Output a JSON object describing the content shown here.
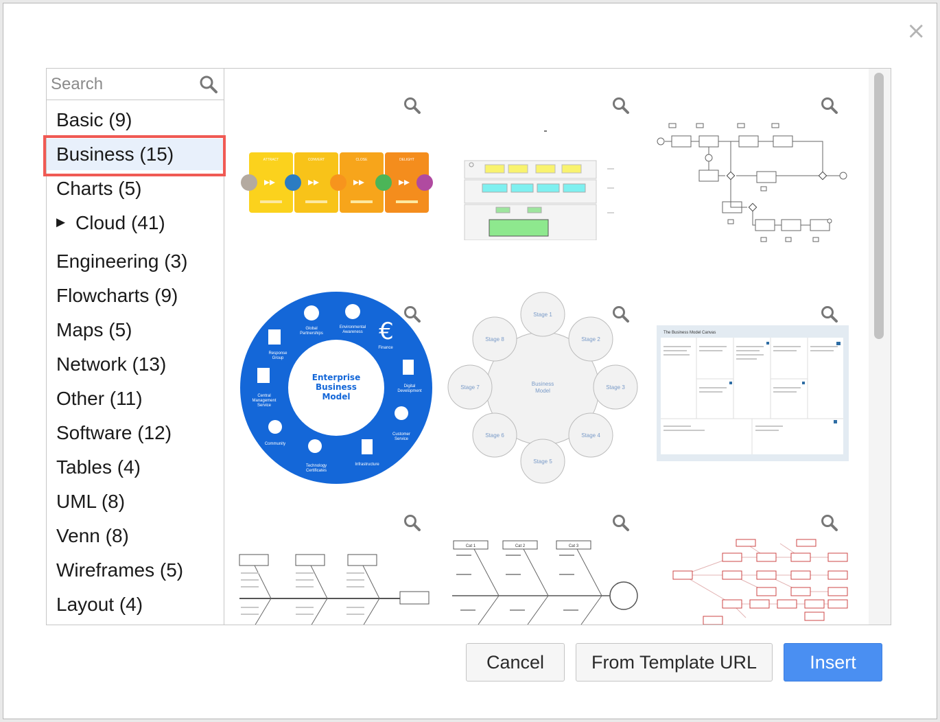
{
  "dialog": {
    "close_icon": "close-icon",
    "search": {
      "placeholder": "Search",
      "value": ""
    },
    "categories": [
      {
        "label": "Basic (9)"
      },
      {
        "label": "Business (15)",
        "selected": true
      },
      {
        "label": "Charts (5)"
      },
      {
        "label": "Cloud (41)",
        "expandable": true,
        "arrow": "▶"
      },
      {
        "label": "Engineering (3)"
      },
      {
        "label": "Flowcharts (9)"
      },
      {
        "label": "Maps (5)"
      },
      {
        "label": "Network (13)"
      },
      {
        "label": "Other (11)"
      },
      {
        "label": "Software (12)"
      },
      {
        "label": "Tables (4)"
      },
      {
        "label": "UML (8)"
      },
      {
        "label": "Venn (8)"
      },
      {
        "label": "Wireframes (5)"
      },
      {
        "label": "Layout (4)"
      }
    ],
    "templates": {
      "t1": {
        "steps": [
          "ATTRACT",
          "CONVERT",
          "CLOSE",
          "DELIGHT"
        ]
      },
      "t4": {
        "center_line1": "Enterprise",
        "center_line2": "Business",
        "center_line3": "Model",
        "labels": {
          "global": "Global\nPartnerships",
          "env": "Environmental\nAwareness",
          "finance": "Finance",
          "digital": "Digital\nDevelopment",
          "customer": "Customer\nService",
          "infra": "Infrastructure",
          "tech": "Technology\nCertificates",
          "community": "Community",
          "central": "Central\nManagement\nService",
          "response": "Response\nGroup"
        }
      },
      "t5": {
        "center": "Business\nModel",
        "stages": [
          "Stage 1",
          "Stage 2",
          "Stage 3",
          "Stage 4",
          "Stage 5",
          "Stage 6",
          "Stage 7",
          "Stage 8"
        ]
      },
      "t6": {
        "title": "The Business Model Canvas"
      },
      "t8": {
        "cats": [
          "Cat 1",
          "Cat 2",
          "Cat 3"
        ]
      }
    },
    "buttons": {
      "cancel": "Cancel",
      "from_url": "From Template URL",
      "insert": "Insert"
    },
    "colors": {
      "accent": "#4a8ff2",
      "selection_outline": "#f05a54",
      "business_blue": "#1467d8"
    }
  }
}
